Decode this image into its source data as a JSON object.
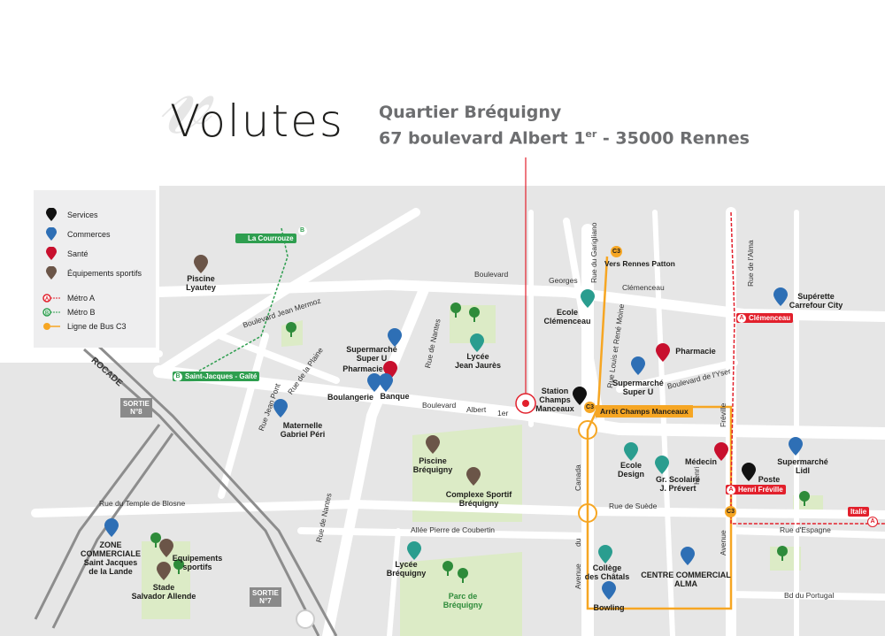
{
  "header": {
    "brand": "Volutes",
    "quartier": "Quartier Bréquigny",
    "address_main": "67 boulevard Albert 1",
    "address_sup": "er",
    "address_tail": " - 35000 Rennes"
  },
  "legend": {
    "services": "Services",
    "commerces": "Commerces",
    "sante": "Santé",
    "sport": "Équipements sportifs",
    "metro_a": "Métro A",
    "metro_b": "Métro B",
    "bus_c3": "Ligne de Bus C3"
  },
  "colors": {
    "services": "#111111",
    "commerces": "#2e6fb5",
    "sante": "#c8102e",
    "sport": "#6b5548",
    "sante_green": "#2a9d8f",
    "bus": "#f6a623",
    "metro_a": "#e2202c",
    "metro_b": "#2e9e4f",
    "park": "#dcebc6",
    "road": "#ffffff",
    "block": "#e6e6e6"
  },
  "places": {
    "piscine_lyautey": "Piscine\nLyautey",
    "supermarche_u1": "Supermarché\nSuper U",
    "pharmacie1": "Pharmacie",
    "boulangerie": "Boulangerie",
    "banque": "Banque",
    "maternelle": "Maternelle\nGabriel Péri",
    "lycee_jaures": "Lycée\nJean Jaurès",
    "ecole_clemenceau": "Ecole\nClémenceau",
    "pharmacie2": "Pharmacie",
    "supermarche_u2": "Supermarché\nSuper U",
    "superette": "Supérette\nCarrefour City",
    "station_champs": "Station\nChamps\nManceaux",
    "piscine_brequigny": "Piscine\nBréquigny",
    "complexe_sportif": "Complexe Sportif\nBréquigny",
    "ecole_design": "Ecole\nDesign",
    "gr_scolaire": "Gr. Scolaire\nJ. Prévert",
    "medecin": "Médecin",
    "poste": "Poste",
    "supermarche_lidl": "Supermarché\nLidl",
    "zone_commerciale": "ZONE\nCOMMERCIALE\nSaint Jacques\nde la Lande",
    "equipements_sportifs": "Equipements\nsportifs",
    "stade": "Stade\nSalvador Allende",
    "lycee_brequigny": "Lycée\nBréquigny",
    "parc_brequigny": "Parc de\nBréquigny",
    "college_chatals": "Collège\ndes Châtals",
    "centre_alma": "CENTRE COMMERCIAL\nALMA",
    "bowling": "Bowling"
  },
  "transit": {
    "la_courrouze": "La Courrouze",
    "saint_jacques": "Saint-Jacques - Gaîté",
    "clemenceau": "Clémenceau",
    "henri_freville": "Henri Fréville",
    "italie": "Italie",
    "vers_rennes_patton": "Vers Rennes Patton",
    "arret_champs": "Arrêt Champs Manceaux",
    "c3": "C3",
    "a": "A",
    "b": "B"
  },
  "streets": {
    "boulevard": "Boulevard",
    "georges": "Georges",
    "clemenceau": "Clémenceau",
    "bd_jean_mermoz": "Boulevard Jean Mermoz",
    "rue_de_nantes_top": "Rue de Nantes",
    "rue_de_la_plaine": "Rue de la Plaine",
    "rue_jean_pont": "Rue Jean Pont",
    "boulevard_albert": "Boulevard",
    "albert": "Albert",
    "ier": "1er",
    "rue_garigliano": "Rue du Garigliano",
    "rue_louis_rene": "Rue Louis et René Moine",
    "bd_yser": "Boulevard de l'Yser",
    "rue_alma": "Rue de l'Alma",
    "freville": "Fréville",
    "henri": "Henri",
    "avenue": "Avenue",
    "canada": "Canada",
    "du": "du",
    "rue_de_suede": "Rue de Suède",
    "rue_temple_blosne": "Rue du Temple de Blosne",
    "allee_coubertin": "Allée Pierre de Coubertin",
    "rue_de_nantes_bottom": "Rue de Nantes",
    "rue_espagne": "Rue d'Espagne",
    "bd_portugal": "Bd du Portugal",
    "rocade": "ROCADE"
  },
  "sorties": {
    "n8": "SORTIE\nN°8",
    "n7": "SORTIE\nN°7"
  }
}
